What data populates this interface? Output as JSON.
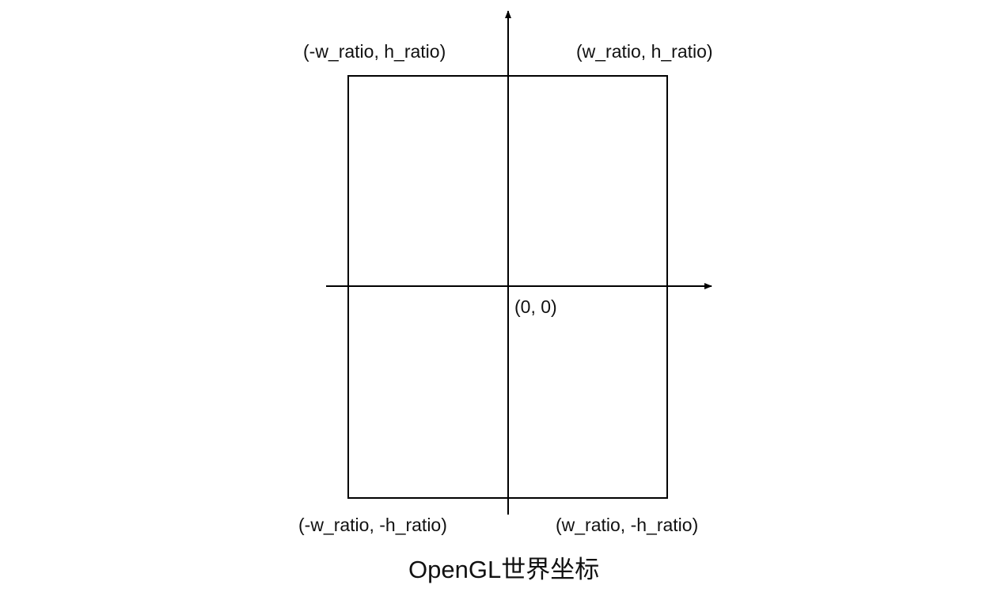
{
  "diagram": {
    "title": "OpenGL世界坐标",
    "origin_label": "(0, 0)",
    "corners": {
      "top_left": "(-w_ratio, h_ratio)",
      "top_right": "(w_ratio, h_ratio)",
      "bottom_left": "(-w_ratio, -h_ratio)",
      "bottom_right": "(w_ratio, -h_ratio)"
    },
    "colors": {
      "stroke": "#000000",
      "background": "#ffffff"
    }
  }
}
